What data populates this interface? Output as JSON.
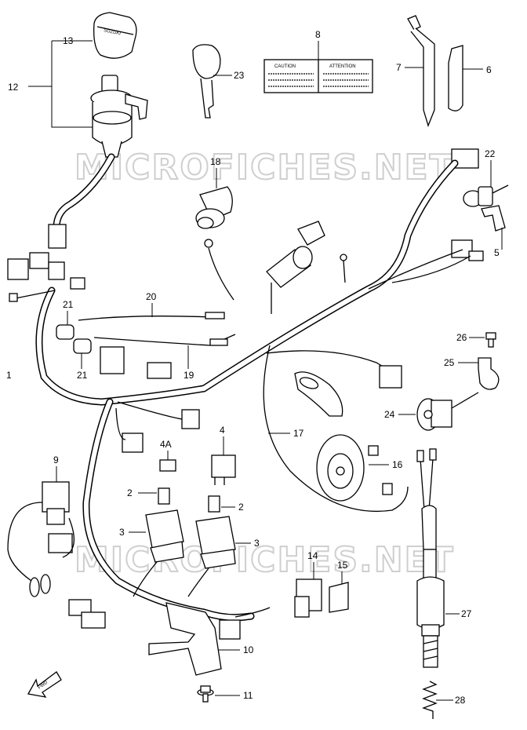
{
  "watermark": "MICROFICHES.NET",
  "fwd_label": "FWD",
  "caution_text": "CAUTION",
  "attention_text": "ATTENTION",
  "key_brand": "SUZUKI",
  "callouts": [
    {
      "id": "c13",
      "text": "13"
    },
    {
      "id": "c12",
      "text": "12"
    },
    {
      "id": "c23",
      "text": "23"
    },
    {
      "id": "c8",
      "text": "8"
    },
    {
      "id": "c7",
      "text": "7"
    },
    {
      "id": "c6",
      "text": "6"
    },
    {
      "id": "c18",
      "text": "18"
    },
    {
      "id": "c22",
      "text": "22"
    },
    {
      "id": "c5",
      "text": "5"
    },
    {
      "id": "c21a",
      "text": "21"
    },
    {
      "id": "c20",
      "text": "20"
    },
    {
      "id": "c21b",
      "text": "21"
    },
    {
      "id": "c1",
      "text": "1"
    },
    {
      "id": "c19",
      "text": "19"
    },
    {
      "id": "c26",
      "text": "26"
    },
    {
      "id": "c25",
      "text": "25"
    },
    {
      "id": "c24",
      "text": "24"
    },
    {
      "id": "c17",
      "text": "17"
    },
    {
      "id": "c4",
      "text": "4"
    },
    {
      "id": "c4a",
      "text": "4A"
    },
    {
      "id": "c9",
      "text": "9"
    },
    {
      "id": "c16",
      "text": "16"
    },
    {
      "id": "c2a",
      "text": "2"
    },
    {
      "id": "c2b",
      "text": "2"
    },
    {
      "id": "c3a",
      "text": "3"
    },
    {
      "id": "c3b",
      "text": "3"
    },
    {
      "id": "c14",
      "text": "14"
    },
    {
      "id": "c15",
      "text": "15"
    },
    {
      "id": "c27",
      "text": "27"
    },
    {
      "id": "c10",
      "text": "10"
    },
    {
      "id": "c11",
      "text": "11"
    },
    {
      "id": "c28",
      "text": "28"
    }
  ]
}
